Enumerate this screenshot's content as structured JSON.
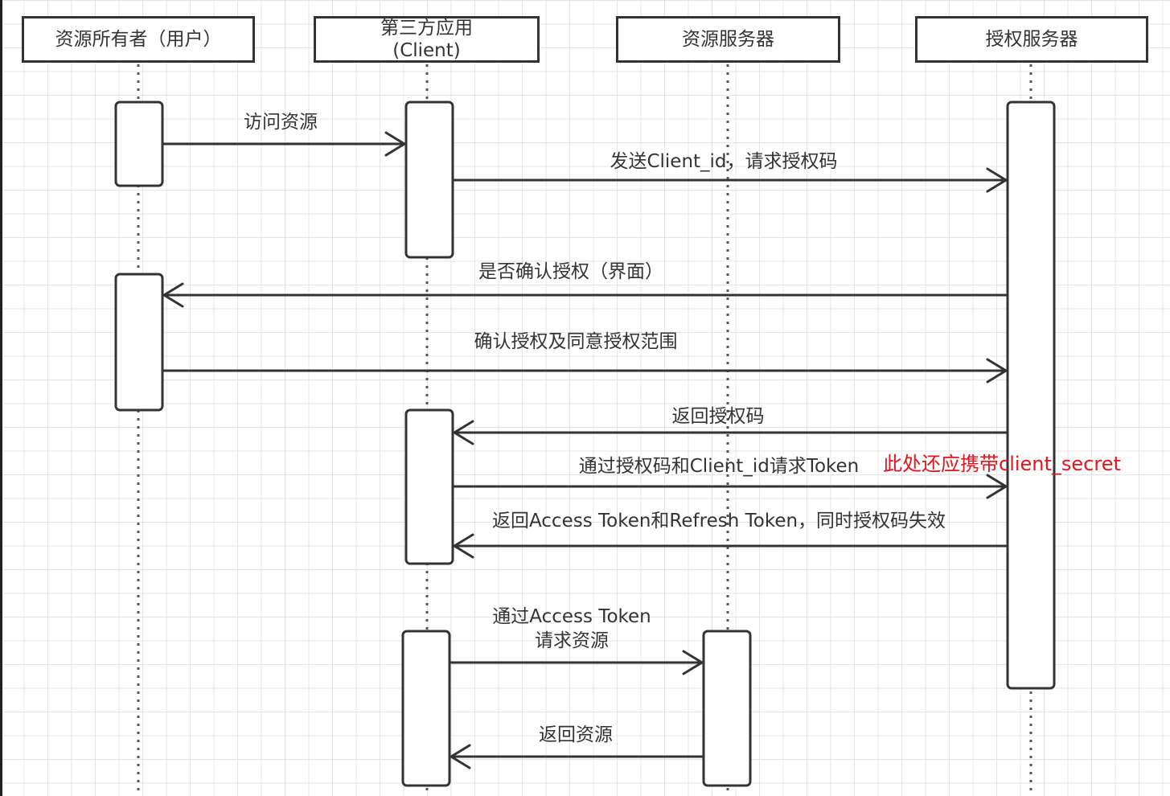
{
  "participants": {
    "owner": "资源所有者（用户）",
    "client_line1": "第三方应用",
    "client_line2": "(Client)",
    "resource_server": "资源服务器",
    "auth_server": "授权服务器"
  },
  "messages": {
    "m1": "访问资源",
    "m2": "发送Client_id，请求授权码",
    "m3": "是否确认授权（界面）",
    "m4": "确认授权及同意授权范围",
    "m5": "返回授权码",
    "m6": "通过授权码和Client_id请求Token",
    "m7": "返回Access Token和Refresh Token，同时授权码失效",
    "m8_line1": "通过Access Token",
    "m8_line2": "请求资源",
    "m9": "返回资源"
  },
  "annotation": {
    "text": "此处还应携带client_secret",
    "color": "#e4141b"
  },
  "colors": {
    "stroke": "#333333",
    "grid": "#e4e4e4"
  }
}
